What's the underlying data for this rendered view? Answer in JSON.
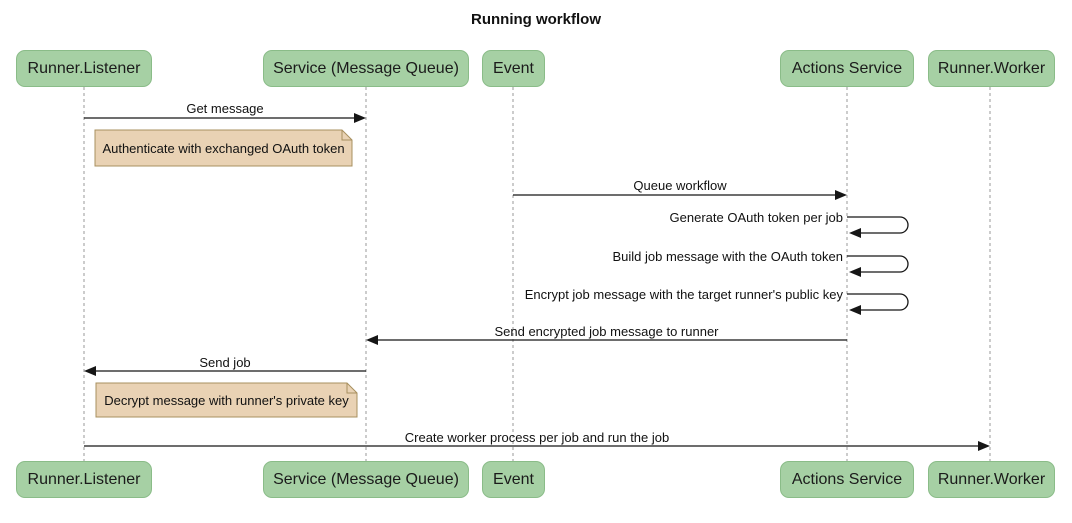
{
  "title": "Running workflow",
  "actors": [
    {
      "name": "Runner.Listener"
    },
    {
      "name": "Service (Message Queue)"
    },
    {
      "name": "Event"
    },
    {
      "name": "Actions Service"
    },
    {
      "name": "Runner.Worker"
    }
  ],
  "messages": [
    {
      "type": "arrow",
      "from": "Runner.Listener",
      "to": "Service (Message Queue)",
      "text": "Get message"
    },
    {
      "type": "note",
      "over": "Runner.Listener, Service (Message Queue)",
      "text": "Authenticate with exchanged OAuth token"
    },
    {
      "type": "arrow",
      "from": "Event",
      "to": "Actions Service",
      "text": "Queue workflow"
    },
    {
      "type": "self",
      "actor": "Actions Service",
      "text": "Generate OAuth token per job"
    },
    {
      "type": "self",
      "actor": "Actions Service",
      "text": "Build job message with the OAuth token"
    },
    {
      "type": "self",
      "actor": "Actions Service",
      "text": "Encrypt job message with the target runner's public key"
    },
    {
      "type": "arrow",
      "from": "Actions Service",
      "to": "Service (Message Queue)",
      "text": "Send encrypted job message to runner"
    },
    {
      "type": "arrow",
      "from": "Service (Message Queue)",
      "to": "Runner.Listener",
      "text": "Send job"
    },
    {
      "type": "note",
      "over": "Runner.Listener, Service (Message Queue)",
      "text": "Decrypt message with runner's private key"
    },
    {
      "type": "arrow",
      "from": "Runner.Listener",
      "to": "Runner.Worker",
      "text": "Create worker process per job and run the job"
    }
  ],
  "colors": {
    "actor_fill": "#a6d0a4",
    "actor_border": "#8abc88",
    "note_fill": "#e9d2b4",
    "note_border": "#a8905f",
    "lifeline": "#999999",
    "arrow": "#161616",
    "background": "#ffffff",
    "text": "#111111"
  }
}
